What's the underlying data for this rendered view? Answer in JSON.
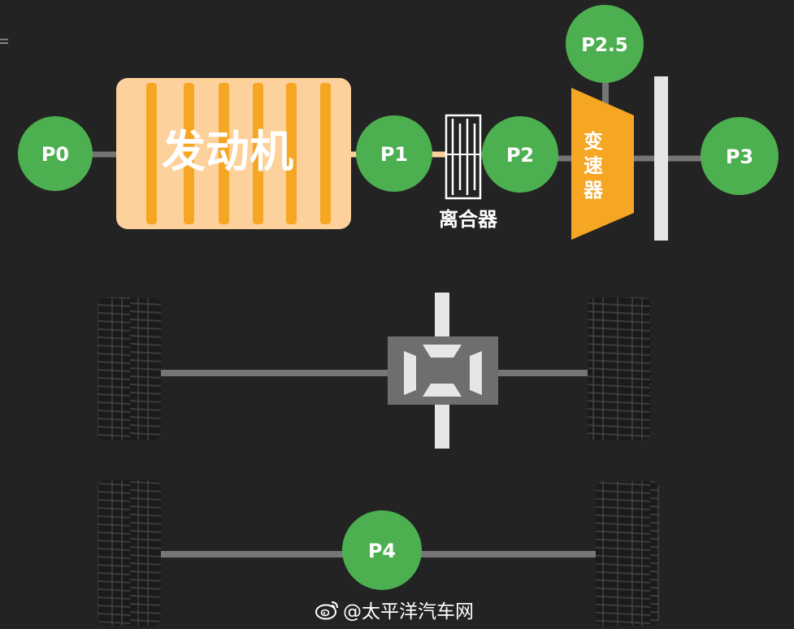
{
  "diagram": {
    "positions": {
      "p0": "P0",
      "p1": "P1",
      "p2": "P2",
      "p25": "P2.5",
      "p3": "P3",
      "p4": "P4"
    },
    "engine_label": "发动机",
    "clutch_label": "离合器",
    "gearbox_label": [
      "变",
      "速",
      "器"
    ]
  },
  "watermark": {
    "handle": "@太平洋汽车网",
    "logo_icon": "weibo-logo-icon"
  },
  "colors": {
    "background": "#232323",
    "node_green": "#4caf50",
    "engine_fill": "#fdd19c",
    "engine_stripes": "#f5a623",
    "gearbox": "#f5a623",
    "shaft": "#767676",
    "light_bar": "#e6e6e6"
  }
}
